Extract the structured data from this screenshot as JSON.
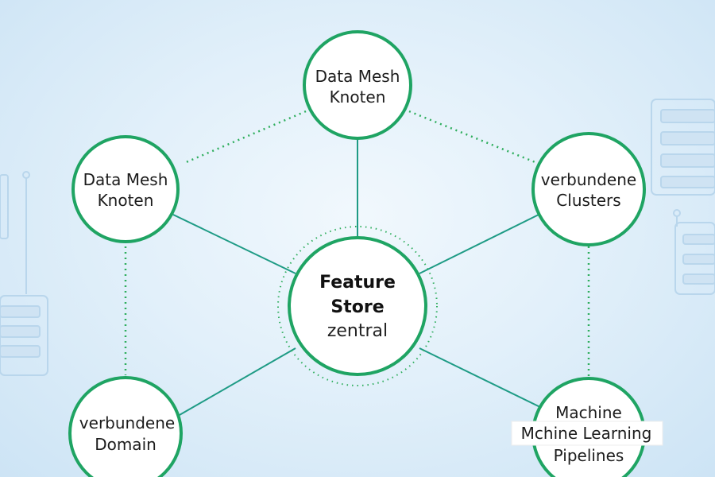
{
  "diagram": {
    "center": {
      "line1": "Feature",
      "line2": "Store",
      "line3": "zentral"
    },
    "nodes": {
      "top": {
        "line1": "Data Mesh",
        "line2": "Knoten"
      },
      "left": {
        "line1": "Data Mesh",
        "line2": "Knoten"
      },
      "right": {
        "line1": "verbundene",
        "line2": "Clusters"
      },
      "bottom_left": {
        "line1": "verbundene",
        "line2": "Domain"
      },
      "bottom_right": {
        "line1": "Machine",
        "line2": "Mchine Learning",
        "line3": "Pipelines"
      }
    }
  },
  "colors": {
    "node_stroke": "#1fa463",
    "solid_link": "#1e9b85",
    "dotted_link": "#2fae5d"
  }
}
